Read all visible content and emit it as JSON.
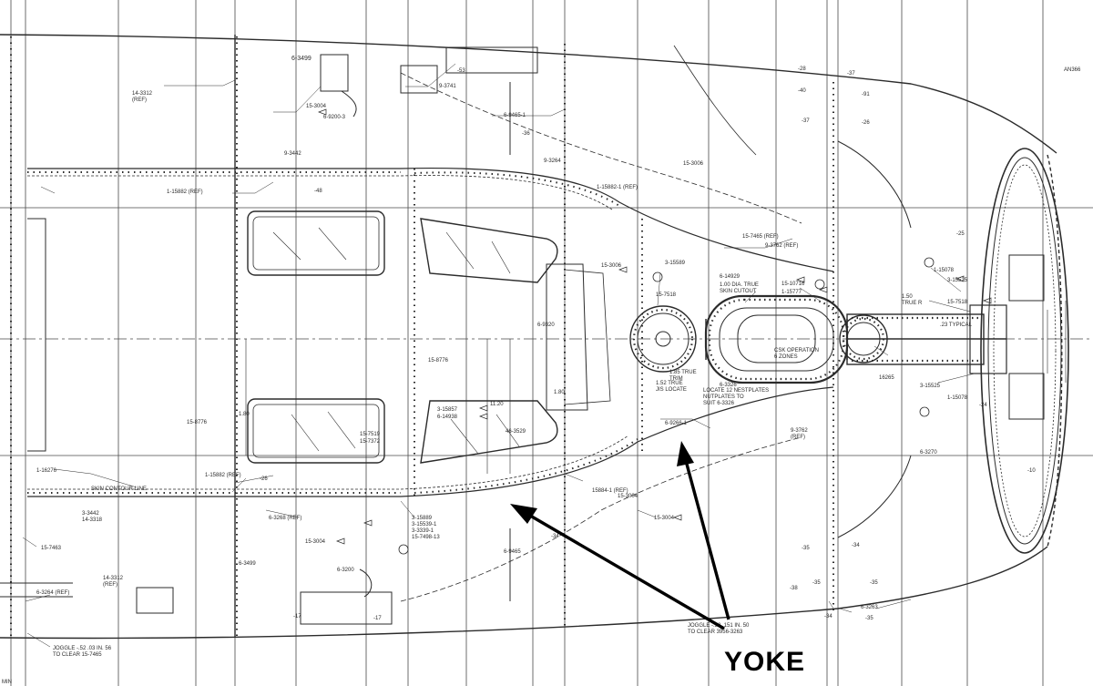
{
  "annotation": {
    "label": "YOKE"
  },
  "callouts": {
    "c01": "6-3499",
    "c02": "14-3312\n(REF)",
    "c03": "15-3004",
    "c04": "6-9200-3",
    "c05": "9-3741",
    "c06": "-53",
    "c07": "6-9465-1",
    "c08": "-36",
    "c09": "-28",
    "c10": "-40",
    "c11": "-37",
    "c12": "-26",
    "c13": "-37",
    "c14": "-91",
    "c15": "AN366",
    "c16": "9-3442",
    "c17": "-48",
    "c18": "1-15882 (REF)",
    "c19": "9-3264",
    "c20": "15-3006",
    "c21": "1-15882-1 (REF)",
    "c22": "15-7465 (REF)",
    "c23": "9-3762 (REF)",
    "c24": "-25",
    "c25": "3-15589",
    "c26": "15-3006",
    "c27": "6-14929",
    "c28": "1.00 DIA. TRUE\nSKIN CUTOUT",
    "c29": "15-10716",
    "c30": "1-15777",
    "c31": "15-7518",
    "c32": "1.50\nTRUE R",
    "c33": "1-15078",
    "c34": "3-15525",
    "c35": "15-7518",
    "c36": ".23 TYPICAL",
    "c37": "6-9320",
    "c38": "CSK OPERATION\n6 ZONES",
    "c39": "6-3326",
    "c40": "LOCATE 12 NESTPLATES\nNUTPLATES TO\nSUIT 6-3326",
    "c41": "1.52 TRUE\nJIS LOCATE",
    "c42": "1.85 TRUE\nTRIM",
    "c43": "15-7519",
    "c44": "15-8776",
    "c45": "15-8776",
    "c46": "15-7372",
    "c47": "3-15857",
    "c48": "6-14938",
    "c49": "46-3529",
    "c50": "1.80",
    "c51": "1.80",
    "c52": "11.20",
    "c53": "6-9266-1",
    "c54": "9-3762\n(REF)",
    "c55": "6-3270",
    "c56": "-10",
    "c57": "-24",
    "c58": "3-15525",
    "c59": "1-15078",
    "c60": "16265",
    "c61": "1-16276",
    "c62": "SKIN CONTOUR LINE",
    "c63": "1-15882 (REF)",
    "c64": "-26",
    "c65": "6-3268 (REF)",
    "c66": "3-3442\n14-3318",
    "c67": "3-15889\n3-15539-1\n3-3339-1\n15-7498-13",
    "c68": "15-3004",
    "c69": "15-3004",
    "c70": "15884-1 (REF)",
    "c71": "15-3004",
    "c72": "-34",
    "c73": "6-9465",
    "c74": "-35",
    "c75": "-34",
    "c76": "-38",
    "c77": "-35",
    "c78": "-35",
    "c79": "-34",
    "c80": "6-3263",
    "c81": "-35",
    "c82": "15-7463",
    "c83": "6-3264 (REF)",
    "c84": "14-3312\n(REF)",
    "c85": "6-3499",
    "c86": "6-3200",
    "c87": "-17",
    "c88": "-17",
    "c89": "JOGGLE -.52 .03 IN. 56\nTO CLEAR 15-7465",
    "c90": "JOGGLE -.38 .151 IN. 50\nTO CLEAR 3956-3263",
    "c91": "MIN"
  },
  "colors": {
    "ink": "#2b2b2b",
    "paper": "#ffffff",
    "arrow": "#000000"
  }
}
